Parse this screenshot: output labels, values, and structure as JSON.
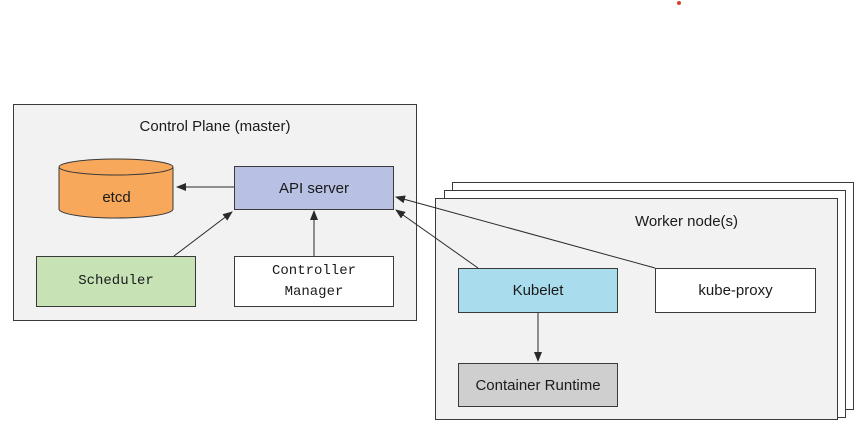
{
  "control_plane": {
    "title": "Control Plane (master)",
    "etcd": "etcd",
    "api_server": "API server",
    "scheduler": "Scheduler",
    "controller_manager": "Controller\nManager"
  },
  "worker": {
    "title": "Worker node(s)",
    "kubelet": "Kubelet",
    "kube_proxy": "kube-proxy",
    "container_runtime": "Container Runtime"
  },
  "colors": {
    "panel": "#f2f2f2",
    "etcd": "#f7a85a",
    "api_server": "#b8c0e4",
    "scheduler": "#c7e3b5",
    "kubelet": "#a9dcec",
    "container_runtime": "#cfcfcf",
    "accent_dot": "#d9432b"
  }
}
